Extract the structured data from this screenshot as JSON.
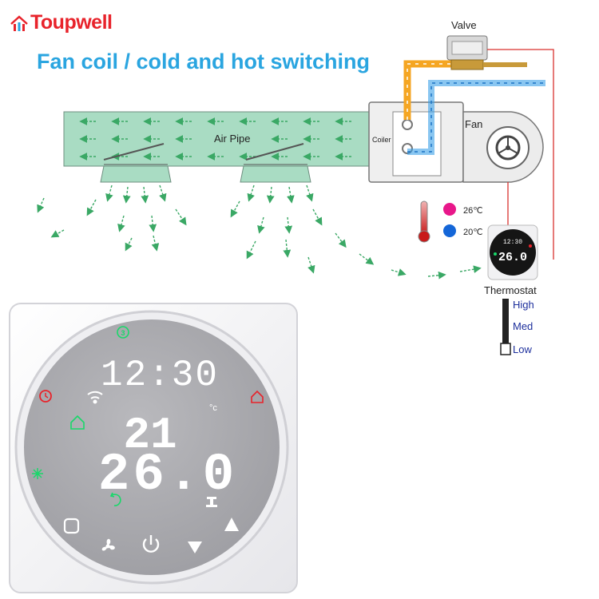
{
  "brand": {
    "name": "Toupwell"
  },
  "headline": "Fan coil / cold and hot switching",
  "diagram": {
    "valve_label": "Valve",
    "air_pipe_label": "Air Pipe",
    "coiler_label": "Coiler",
    "fan_label": "Fan",
    "temp_hot": "26℃",
    "temp_cold": "20℃",
    "thermostat_label": "Thermostat",
    "fan_speeds": [
      "High",
      "Med",
      "Low"
    ],
    "mini_display": {
      "clock": "12:30",
      "temp": "26.0"
    }
  },
  "device": {
    "clock": "12:30",
    "set_temp": "21",
    "room_temp": "26.0",
    "unit": "°c",
    "mode_number": "3"
  },
  "colors": {
    "brand_red": "#e8232b",
    "headline_blue": "#2aa5e0",
    "hot_pipe": "#f5a623",
    "cold_pipe": "#3aa0e8",
    "air_duct": "#a9dcc3",
    "wire_red": "#d9322f",
    "indicator_green": "#19d86a",
    "indicator_red": "#e8232b",
    "dot_hot": "#e8178a",
    "dot_cold": "#1466d8",
    "speed_text": "#1d2f9c"
  }
}
